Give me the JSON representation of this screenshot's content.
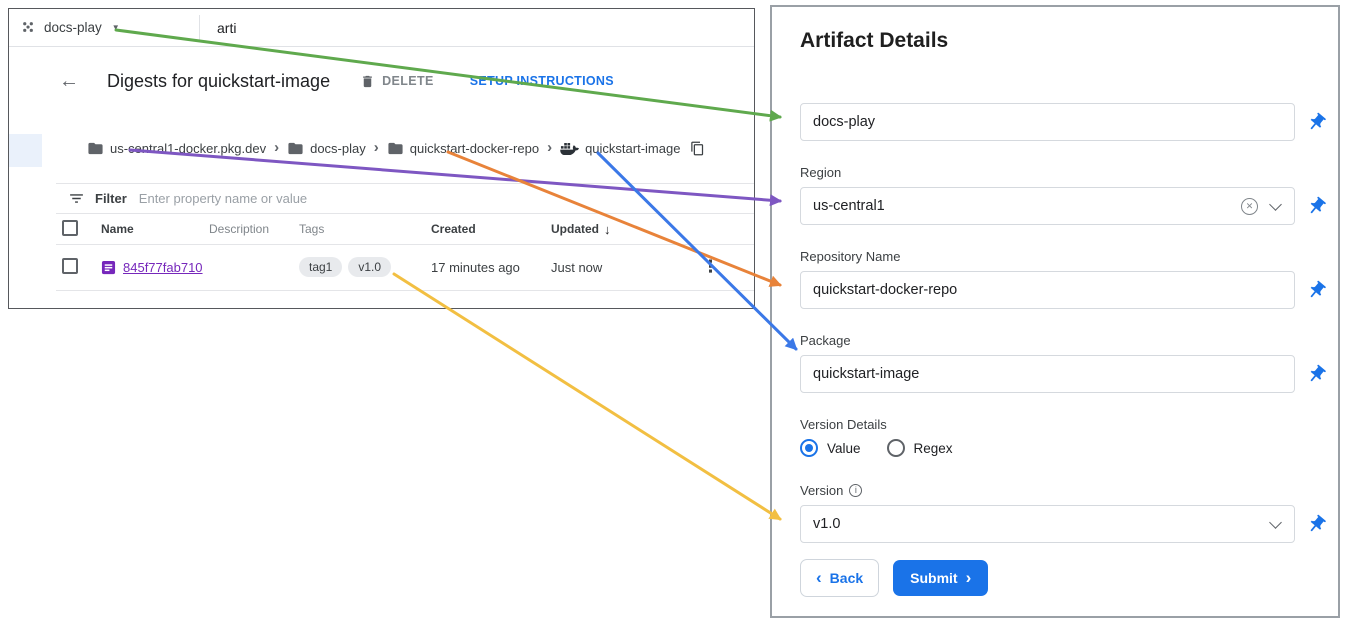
{
  "colors": {
    "accent_blue": "#1a73e8",
    "link_purple": "#7627bb",
    "arrow_green": "#5fa94d",
    "arrow_purple": "#7e57c2",
    "arrow_orange": "#e8833a",
    "arrow_blue": "#3b78e7",
    "arrow_yellow": "#f2bf42"
  },
  "icons": {
    "back": "←",
    "caret_down": "▼",
    "sort_desc": "↓",
    "overflow": "⋮",
    "chevron_left": "‹",
    "chevron_right": "›",
    "info": "i",
    "clear": "✕"
  },
  "topbar": {
    "project": "docs-play",
    "search_value": "arti"
  },
  "header": {
    "title": "Digests for quickstart-image",
    "delete_label": "DELETE",
    "setup_label": "SETUP INSTRUCTIONS"
  },
  "breadcrumb": {
    "separator": "›",
    "registry": "us-central1-docker.pkg.dev",
    "project": "docs-play",
    "repository": "quickstart-docker-repo",
    "package": "quickstart-image"
  },
  "filter": {
    "label": "Filter",
    "placeholder": "Enter property name or value"
  },
  "table": {
    "headers": {
      "name": "Name",
      "description": "Description",
      "tags": "Tags",
      "created": "Created",
      "updated": "Updated"
    },
    "row": {
      "name": "845f77fab710",
      "tags": [
        "tag1",
        "v1.0"
      ],
      "created": "17 minutes ago",
      "updated": "Just now"
    }
  },
  "form": {
    "title": "Artifact Details",
    "project_value": "docs-play",
    "region_label": "Region",
    "region_value": "us-central1",
    "repository_label": "Repository Name",
    "repository_value": "quickstart-docker-repo",
    "package_label": "Package",
    "package_value": "quickstart-image",
    "version_details_label": "Version Details",
    "option_value": "Value",
    "option_regex": "Regex",
    "version_label": "Version",
    "version_value": "v1.0",
    "back_label": "Back",
    "submit_label": "Submit"
  }
}
